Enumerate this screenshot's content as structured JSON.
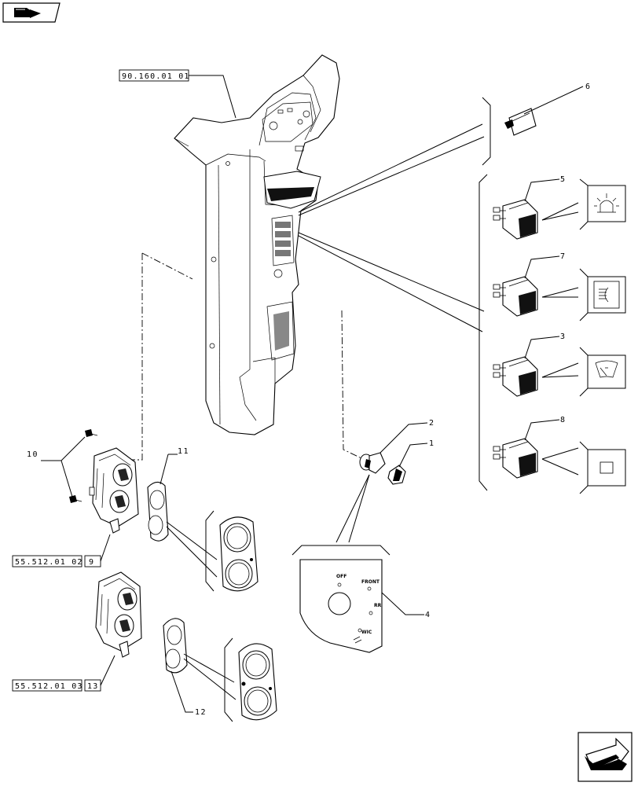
{
  "nav": {
    "top_left_icon": "book-arrow-icon",
    "bottom_right_icon": "next-page-arrow-icon"
  },
  "references": {
    "column": "90.160.01 01",
    "control_a": "55.512.01 02",
    "control_a_item": "9",
    "control_b": "55.512.01 03",
    "control_b_item": "13"
  },
  "callouts": {
    "c1": "1",
    "c2": "2",
    "c3": "3",
    "c4": "4",
    "c5": "5",
    "c6": "6",
    "c7": "7",
    "c8": "8",
    "c10": "10",
    "c11": "11",
    "c12": "12"
  },
  "decal": {
    "off": "OFF",
    "front": "FRONT",
    "rear": "RR",
    "wic": "WIC"
  },
  "symbols": {
    "s5": "beacon-icon",
    "s7": "work-light-icon",
    "s3": "wiper-icon",
    "s8": "blank-icon"
  }
}
